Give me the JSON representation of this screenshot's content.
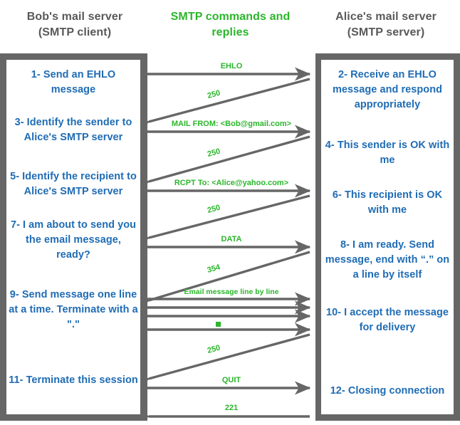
{
  "diagram": {
    "title": "SMTP commands and replies",
    "colors": {
      "green": "#2bb62b",
      "blue": "#1f6cb4",
      "gray": "#666666",
      "header_gray": "#595959"
    }
  },
  "headers": {
    "left": "Bob's mail server\n(SMTP client)",
    "left_line1": "Bob's mail server",
    "left_line2": "(SMTP client)",
    "middle_line1": "SMTP commands and",
    "middle_line2": "replies",
    "right_line1": "Alice's mail server",
    "right_line2": "(SMTP server)"
  },
  "client_steps": [
    {
      "id": "step-1",
      "text": "1- Send an EHLO message"
    },
    {
      "id": "step-3",
      "text": "3- Identify the sender to Alice's SMTP server"
    },
    {
      "id": "step-5",
      "text": "5- Identify\nthe recipient to Alice's SMTP server"
    },
    {
      "id": "step-7",
      "text": "7- I am about to send you the email message, ready?"
    },
    {
      "id": "step-9",
      "text": "9- Send message one line at a time. Terminate with a \".\""
    },
    {
      "id": "step-11",
      "text": "11- Terminate this session"
    }
  ],
  "server_steps": [
    {
      "id": "step-2",
      "text": "2- Receive an EHLO message and respond appropriately"
    },
    {
      "id": "step-4",
      "text": "4- This sender is OK with me"
    },
    {
      "id": "step-6",
      "text": "6- This recipient is OK with me"
    },
    {
      "id": "step-8",
      "text": "8-  I am ready. Send message, end with “.” on a line by itself"
    },
    {
      "id": "step-10",
      "text": "10-  I accept the message for delivery"
    },
    {
      "id": "step-12",
      "text": "12-  Closing connection"
    }
  ],
  "messages": [
    {
      "id": "msg-ehlo",
      "label": "EHLO",
      "direction": "client-to-server"
    },
    {
      "id": "msg-250-a",
      "label": "250",
      "direction": "server-to-client"
    },
    {
      "id": "msg-mail-from",
      "label": "MAIL FROM: <Bob@gmail.com>",
      "direction": "client-to-server"
    },
    {
      "id": "msg-250-b",
      "label": "250",
      "direction": "server-to-client"
    },
    {
      "id": "msg-rcpt-to",
      "label": "RCPT To: <Alice@yahoo.com>",
      "direction": "client-to-server"
    },
    {
      "id": "msg-250-c",
      "label": "250",
      "direction": "server-to-client"
    },
    {
      "id": "msg-data",
      "label": "DATA",
      "direction": "client-to-server"
    },
    {
      "id": "msg-354",
      "label": "354",
      "direction": "server-to-client"
    },
    {
      "id": "msg-email-body",
      "label": "Email message line by line",
      "direction": "client-to-server"
    },
    {
      "id": "msg-line-2",
      "label": "",
      "direction": "client-to-server"
    },
    {
      "id": "msg-line-3",
      "label": "",
      "direction": "client-to-server"
    },
    {
      "id": "msg-dot",
      "label": ".",
      "direction": "client-to-server"
    },
    {
      "id": "msg-250-d",
      "label": "250",
      "direction": "server-to-client"
    },
    {
      "id": "msg-quit",
      "label": "QUIT",
      "direction": "client-to-server"
    },
    {
      "id": "msg-221",
      "label": "221",
      "direction": "server-to-client"
    }
  ]
}
